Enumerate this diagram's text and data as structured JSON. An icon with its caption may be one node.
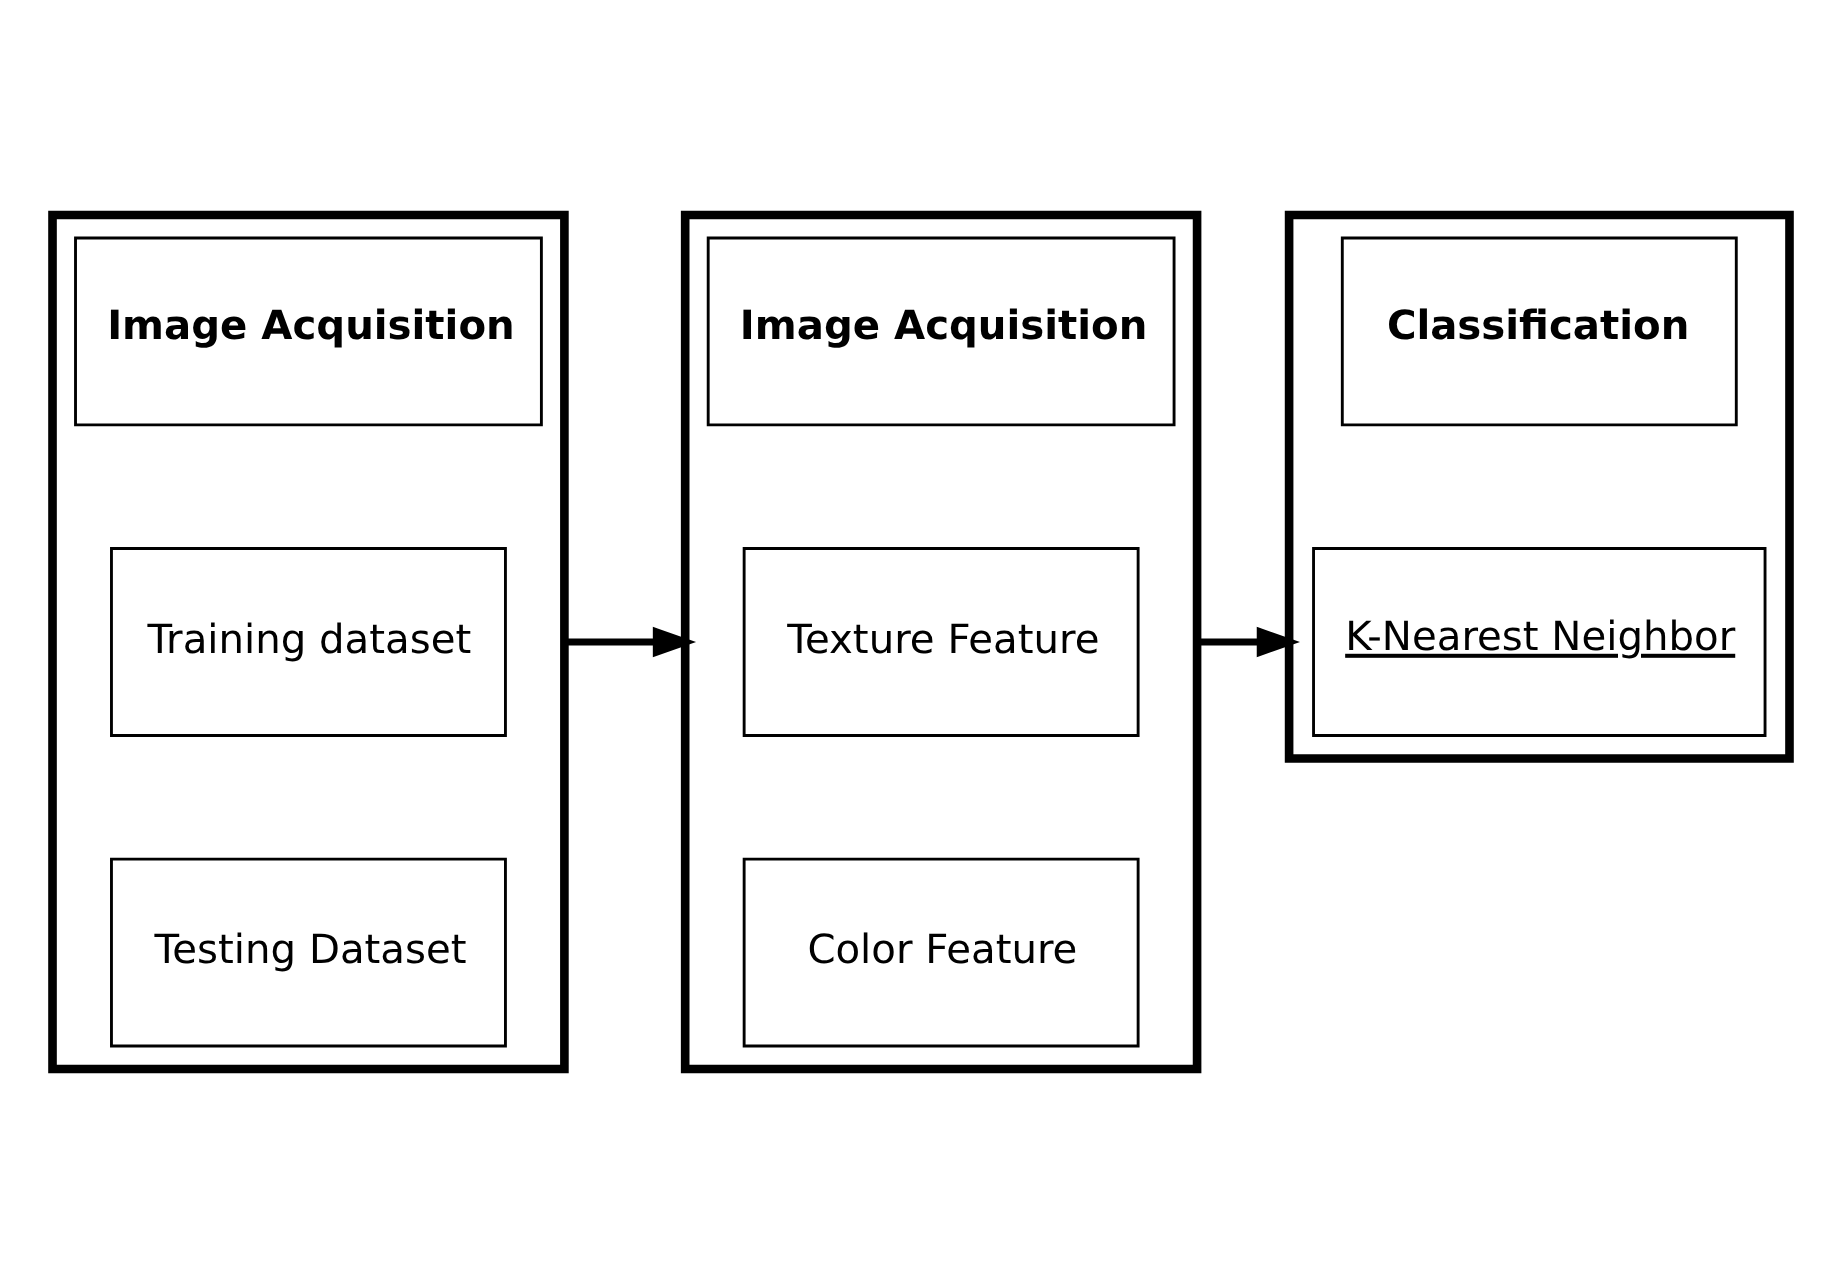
{
  "diagram": {
    "nodes": [
      {
        "text": [],
        "shape": "box"
      },
      {
        "text": [
          "Image Acquisition"
        ],
        "in": 0
      },
      {
        "text": [
          "Training dataset"
        ],
        "in": 0
      },
      {
        "text": [
          "Testing Dataset"
        ],
        "in": 0
      },
      {
        "text": [],
        "shape": "box"
      },
      {
        "text": [
          "Image Acquisition"
        ],
        "in": 4
      },
      {
        "text": [
          "Texture Feature"
        ],
        "in": 4
      },
      {
        "text": [
          "Color Feature"
        ],
        "in": 4
      },
      {
        "text": [],
        "shape": "box"
      },
      {
        "text": [
          "Classification"
        ],
        "in": 8
      },
      {
        "text": [
          "K-Nearest Neighbor"
        ],
        "in": 8
      }
    ],
    "edges": [
      {
        "from": 0,
        "to": 4,
        "arrow": "to"
      },
      {
        "from": 4,
        "to": 8,
        "arrow": "to"
      }
    ]
  }
}
